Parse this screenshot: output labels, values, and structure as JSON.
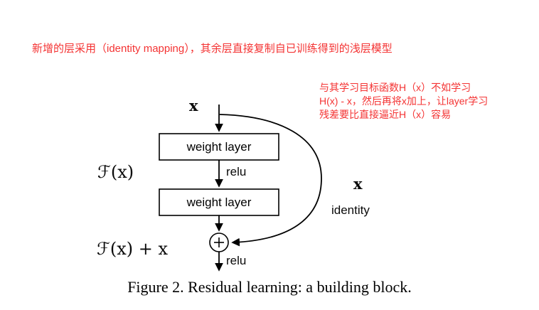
{
  "colors": {
    "red": "#f43333"
  },
  "annotations": {
    "top": "新增的层采用（identity mapping），其余层直接复制自已训练得到的浅层模型",
    "right_lines": [
      "与其学习目标函数H（x）不如学习",
      "H(x) - x，然后再将x加上，让layer学习",
      "残差要比直接逼近H（x）容易"
    ]
  },
  "diagram": {
    "input_label": "x",
    "box1_label": "weight layer",
    "box2_label": "weight layer",
    "relu1": "relu",
    "relu2": "relu",
    "f_label": "ℱ(x)",
    "sum_label": "ℱ(x) + x",
    "identity_x": "x",
    "identity_label": "identity"
  },
  "caption": "Figure 2. Residual learning: a building block."
}
